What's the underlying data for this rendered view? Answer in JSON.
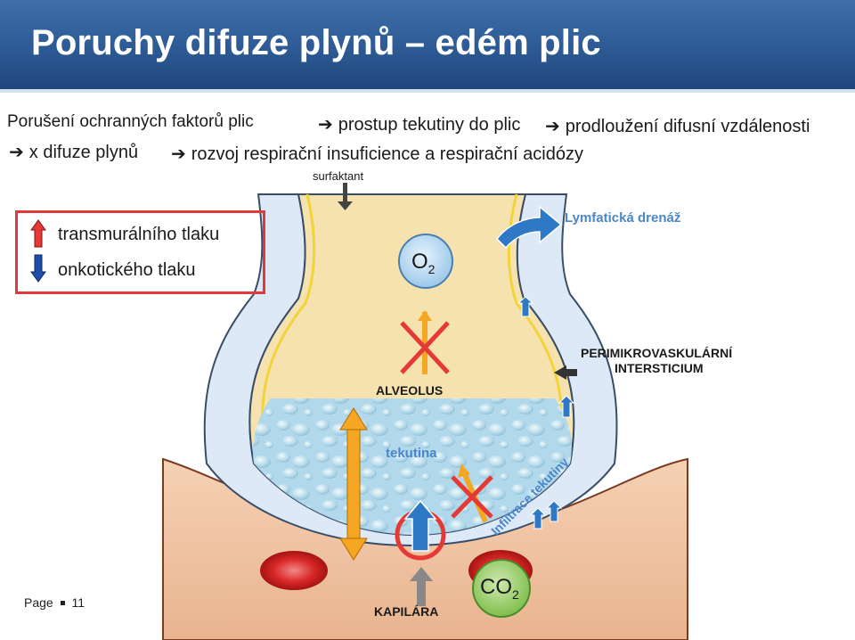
{
  "title": "Poruchy difuze plynů – edém plic",
  "intro": {
    "line1_a": "Porušení ochranných faktorů plic",
    "line1_b": "prostup tekutiny do plic",
    "line1_c": "prodloužení difusní vzdálenosti",
    "line2_a": "x difuze plynů",
    "line2_b": "rozvoj respirační insuficience a respirační acidózy",
    "arrow": "➔"
  },
  "legend": {
    "up_label": "transmurálního tlaku",
    "down_label": "onkotického tlaku",
    "up_color": "#e53935",
    "down_color": "#1e4fa8",
    "border_color": "#e03a3a"
  },
  "diagram": {
    "surfaktant": "surfaktant",
    "o2_sym": "O",
    "o2_sub": "2",
    "co2_sym": "CO",
    "co2_sub": "2",
    "lymph": "Lymfatická drenáž",
    "interstitium_line1": "PERIMIKROVASKULÁRNÍ",
    "interstitium_line2": "INTERSTICIUM",
    "alveolus": "ALVEOLUS",
    "fluid": "tekutina",
    "infiltration": "Infiltrace tekutiny",
    "capillary": "KAPILÁRA"
  },
  "footer": {
    "page_label": "Page",
    "page_number": "11"
  },
  "colors": {
    "title_bar": "#2d5a94",
    "alveolus_fill": "#f6e4b0",
    "wall_color": "#e3eef8",
    "fluid_color": "#b9dff2",
    "capillary_color": "#f0c6a4",
    "lymph_text": "#4a86c8",
    "cross_red": "#e53935",
    "bidir_orange": "#f5a623"
  }
}
